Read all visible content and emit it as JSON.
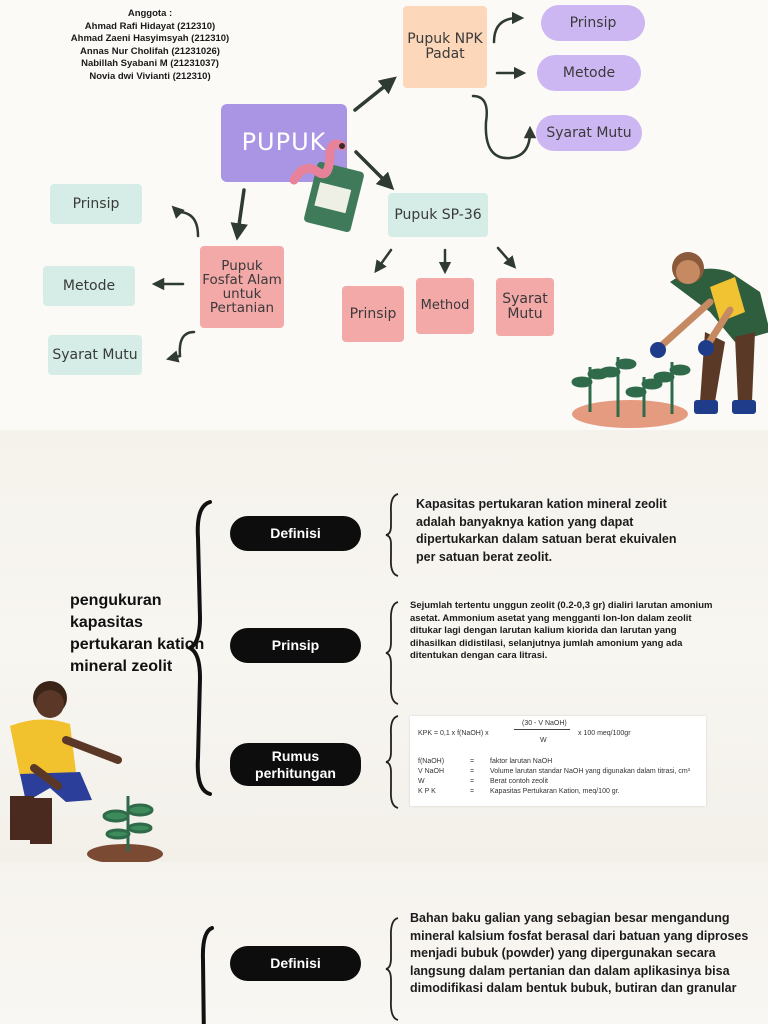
{
  "members": {
    "heading": "Anggota :",
    "names": [
      "Ahmad Rafi Hidayat (212310)",
      "Ahmad Zaeni Hasyimsyah (212310)",
      "Annas Nur Cholifah (21231026)",
      "Nabillah Syabani M (21231037)",
      "Novia dwi Vivianti (212310)"
    ]
  },
  "mindmap": {
    "center": "PUPUK",
    "npk": {
      "title": "Pupuk NPK Padat",
      "children": [
        "Prinsip",
        "Metode",
        "Syarat Mutu"
      ]
    },
    "sp36": {
      "title": "Pupuk SP-36",
      "children": [
        "Prinsip",
        "Method",
        "Syarat Mutu"
      ]
    },
    "fosfat": {
      "title": "Pupuk Fosfat Alam untuk Pertanian",
      "children": [
        "Prinsip",
        "Metode",
        "Syarat Mutu"
      ]
    }
  },
  "zeolit": {
    "title": "pengukuran kapasitas pertukaran kation mineral zeolit",
    "definisi_label": "Definisi",
    "definisi_text": "Kapasitas pertukaran kation mineral zeolit adalah banyaknya kation yang dapat dipertukarkan dalam satuan berat ekuivalen per satuan berat zeolit.",
    "prinsip_label": "Prinsip",
    "prinsip_text": "Sejumlah tertentu unggun zeolit (0.2-0,3 gr) dialiri larutan amonium asetat. Ammonium asetat yang mengganti Ion-Ion dalam zeolit ditukar lagi dengan larutan kalium kiorida dan larutan yang dihasilkan didistilasi, selanjutnya jumlah amonium yang ada ditentukan dengan cara litrasi.",
    "rumus_label": "Rumus perhitungan",
    "formula": {
      "lhs": "KPK  =   0,1 x  f(NaOH) x",
      "numerator": "(30 - V NaOH)",
      "denominator": "W",
      "rhs": "x 100 meq/100gr",
      "legend": [
        {
          "sym": "f(NaOH)",
          "desc": "faktor larutan NaOH"
        },
        {
          "sym": "V NaOH",
          "desc": "Volume larutan standar NaOH yang digunakan dalam titrasi, cm³"
        },
        {
          "sym": "W",
          "desc": "Berat contoh zeolit"
        },
        {
          "sym": "K P K",
          "desc": "Kapasitas Pertukaran Kation, meq/100 gr."
        }
      ]
    }
  },
  "fosfat_section": {
    "definisi_label": "Definisi",
    "definisi_text": "Bahan baku galian yang sebagian besar mengandung mineral kalsium fosfat berasal dari batuan yang diproses menjadi bubuk (powder) yang dipergunakan secara langsung dalam pertanian dan dalam aplikasinya bisa dimodifikasi dalam bentuk bubuk, butiran dan granular"
  },
  "colors": {
    "mint": "#d5ede6",
    "pink": "#f4a9a9",
    "peach": "#fcd7b9",
    "lavender": "#cdb7f3",
    "purple": "#a995e4",
    "black": "#0d0d0d"
  }
}
